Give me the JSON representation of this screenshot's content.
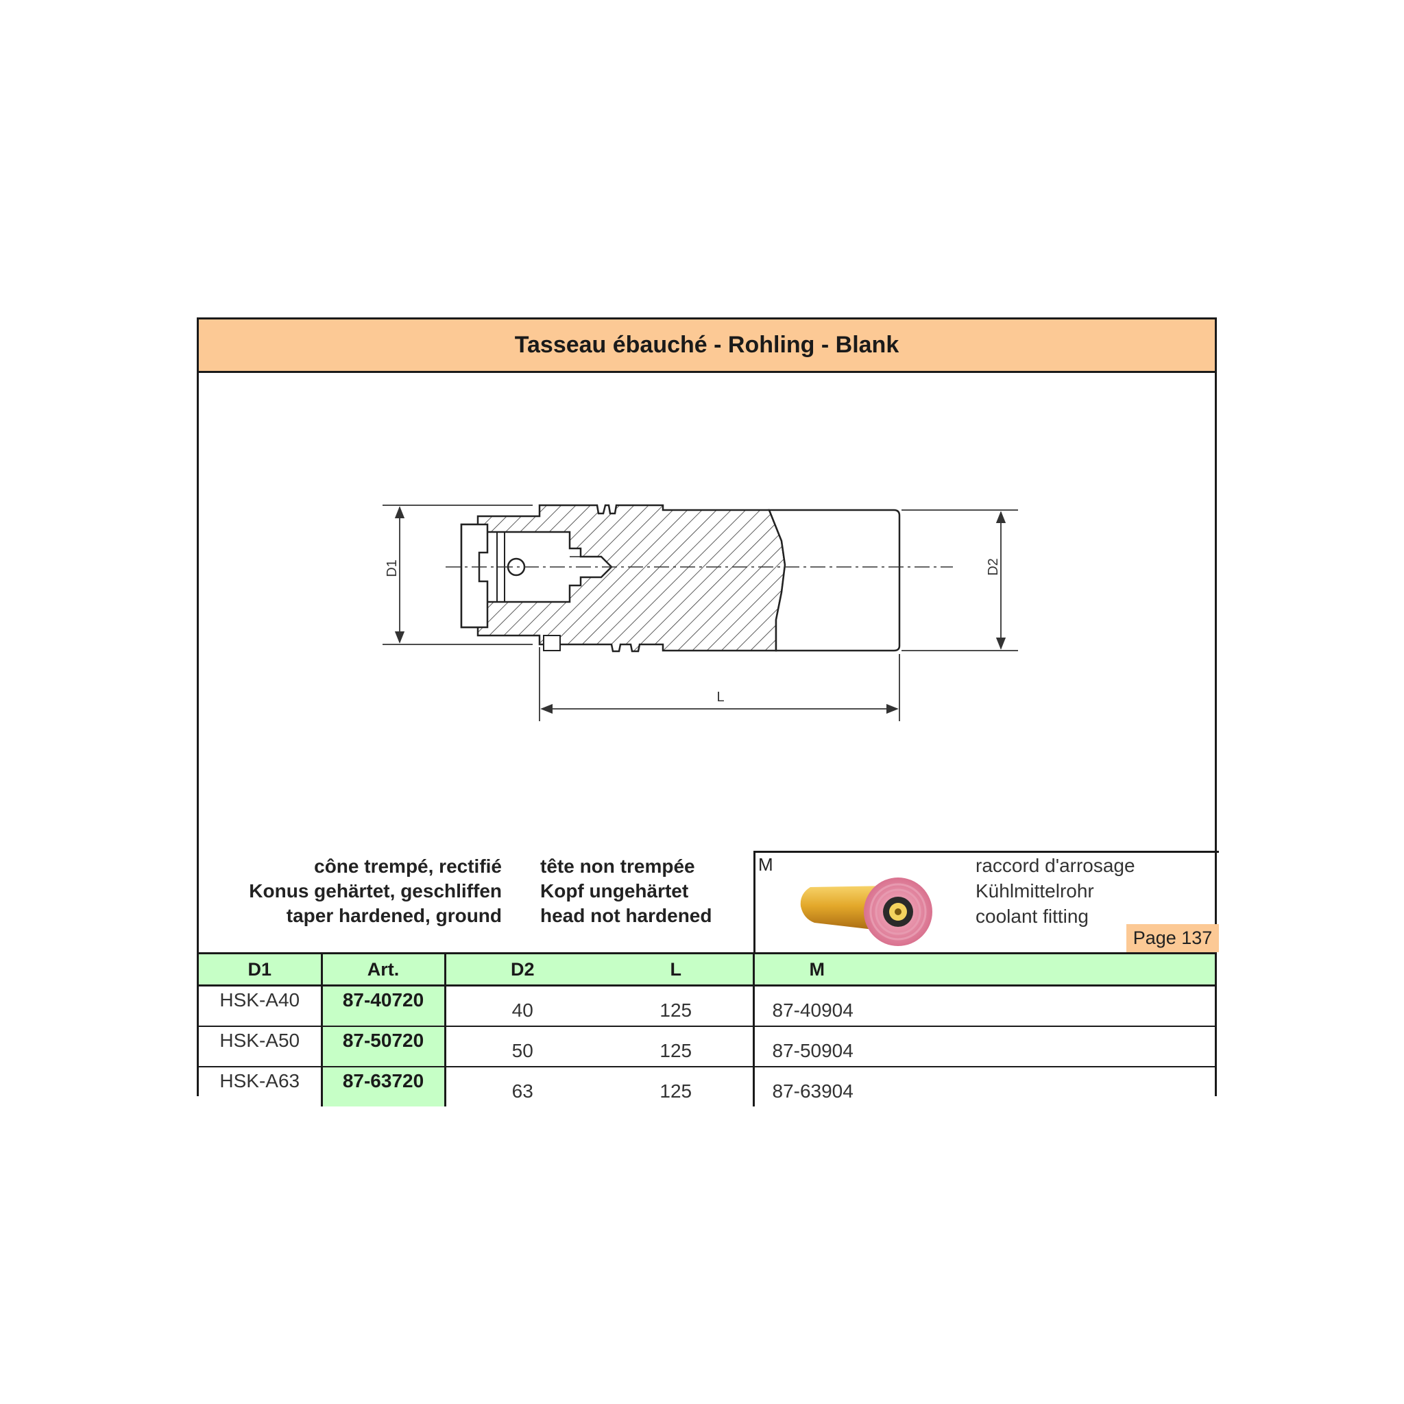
{
  "header": {
    "title": "Tasseau ébauché - Rohling - Blank"
  },
  "drawing": {
    "label_d1": "D1",
    "label_d2": "D2",
    "label_l": "L"
  },
  "notes": {
    "taper": [
      "cône trempé, rectifié",
      "Konus gehärtet, geschliffen",
      "taper hardened, ground"
    ],
    "head": [
      "tête non trempée",
      "Kopf ungehärtet",
      "head not hardened"
    ]
  },
  "accessory": {
    "code_label": "M",
    "names": [
      "raccord d'arrosage",
      "Kühlmittelrohr",
      "coolant fitting"
    ],
    "page_ref": "Page 137",
    "image_icon": "coolant-fitting-illustration"
  },
  "table": {
    "headers": [
      "D1",
      "Art.",
      "D2",
      "L",
      "M"
    ],
    "rows": [
      {
        "d1": "HSK-A40",
        "art": "87-40720",
        "d2": "40",
        "l": "125",
        "m": "87-40904"
      },
      {
        "d1": "HSK-A50",
        "art": "87-50720",
        "d2": "50",
        "l": "125",
        "m": "87-50904"
      },
      {
        "d1": "HSK-A63",
        "art": "87-63720",
        "d2": "63",
        "l": "125",
        "m": "87-63904"
      }
    ]
  },
  "colors": {
    "header_bg": "#fcc995",
    "table_header_bg": "#c6ffc6",
    "art_column_bg": "#c6ffc6",
    "page_ref_bg": "#fcc995"
  }
}
